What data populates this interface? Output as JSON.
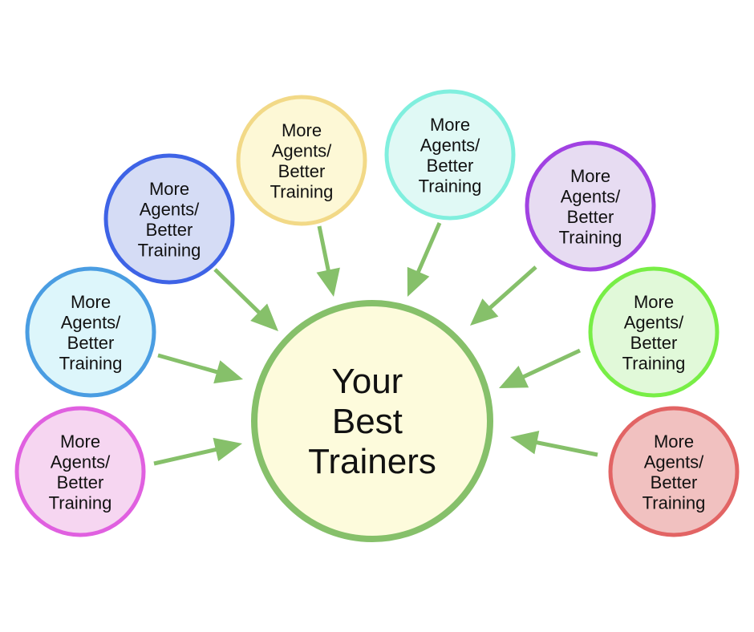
{
  "center": {
    "lines": [
      "Your",
      "Best",
      "Trainers"
    ],
    "stroke": "#86c06a",
    "fill": "#fdfbdc"
  },
  "arrow_color": "#86c06a",
  "nodes": [
    {
      "id": "pink",
      "lines": [
        "More",
        "Agents/",
        "Better",
        "Training"
      ],
      "stroke": "#e060e0",
      "fill": "#f6d6f1"
    },
    {
      "id": "light-blue",
      "lines": [
        "More",
        "Agents/",
        "Better",
        "Training"
      ],
      "stroke": "#4a9de2",
      "fill": "#ddf6fb"
    },
    {
      "id": "blue",
      "lines": [
        "More",
        "Agents/",
        "Better",
        "Training"
      ],
      "stroke": "#3e63e6",
      "fill": "#d5dcf5"
    },
    {
      "id": "yellow",
      "lines": [
        "More",
        "Agents/",
        "Better",
        "Training"
      ],
      "stroke": "#f2d987",
      "fill": "#fdf8d6"
    },
    {
      "id": "cyan",
      "lines": [
        "More",
        "Agents/",
        "Better",
        "Training"
      ],
      "stroke": "#80efde",
      "fill": "#e0f9f5"
    },
    {
      "id": "purple",
      "lines": [
        "More",
        "Agents/",
        "Better",
        "Training"
      ],
      "stroke": "#a142e2",
      "fill": "#e7dcf2"
    },
    {
      "id": "green",
      "lines": [
        "More",
        "Agents/",
        "Better",
        "Training"
      ],
      "stroke": "#78ee46",
      "fill": "#e1f9d9"
    },
    {
      "id": "red",
      "lines": [
        "More",
        "Agents/",
        "Better",
        "Training"
      ],
      "stroke": "#e26464",
      "fill": "#f1c1c0"
    }
  ]
}
